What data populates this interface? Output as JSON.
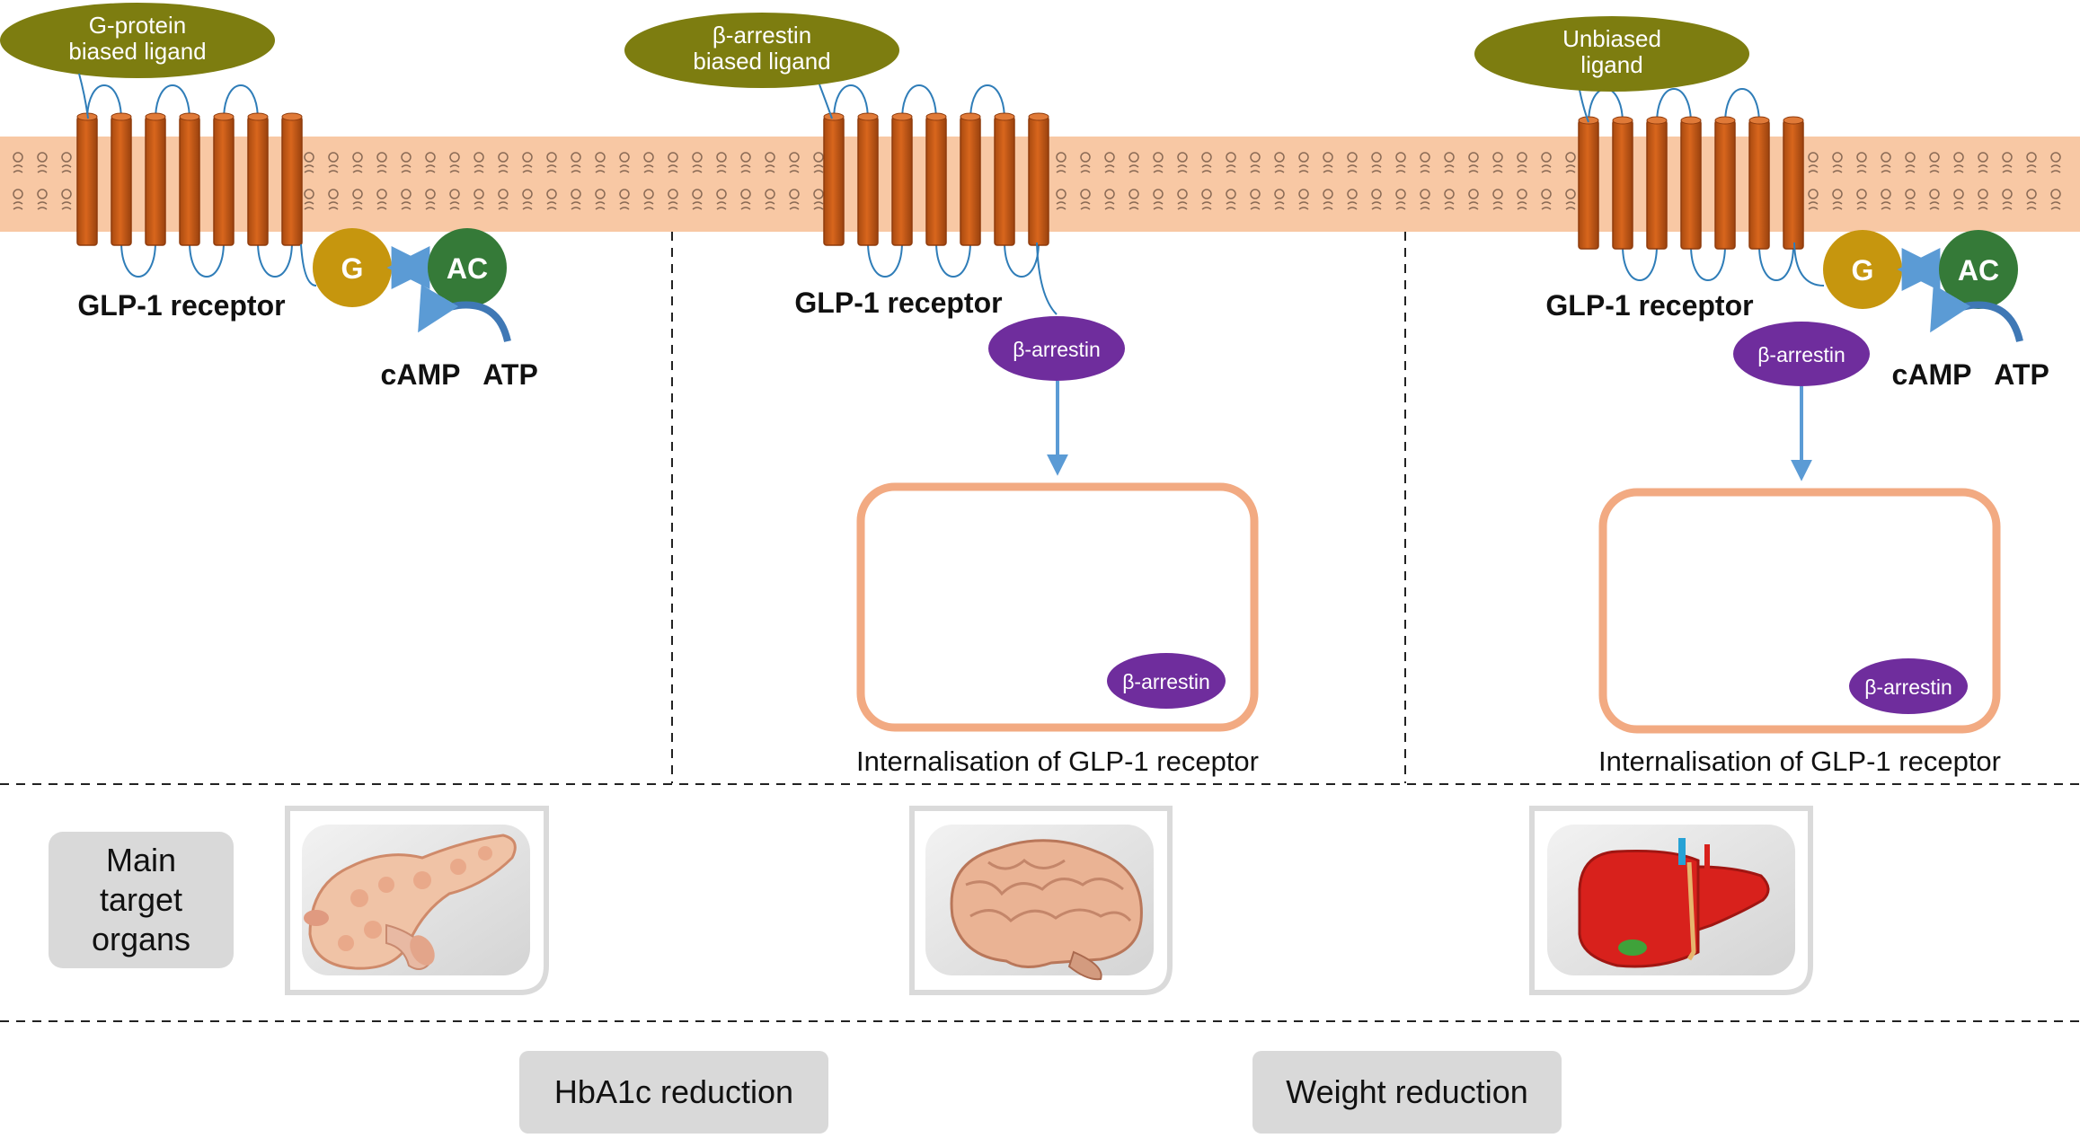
{
  "colors": {
    "membrane": "#f8c8a4",
    "helix_fill": "#c75a16",
    "helix_stroke": "#8f3b0c",
    "loop": "#2f7db8",
    "ligand": "#7d7d10",
    "g_protein": "#c6960e",
    "adenylyl_cyclase": "#357a38",
    "arrestin": "#6f2d9d",
    "arrow": "#5b9bd5",
    "vesicle_border": "#f2aa82",
    "box_gray": "#d9d9d9"
  },
  "panels": [
    {
      "ligand": [
        "G-protein",
        "biased ligand"
      ],
      "receptor_label": "GLP-1 receptor",
      "g_label": "G",
      "ac_label": "AC",
      "camp_label": "cAMP",
      "atp_label": "ATP"
    },
    {
      "ligand": [
        "β-arrestin",
        "biased ligand"
      ],
      "receptor_label": "GLP-1 receptor",
      "arrestin_label": "β-arrestin",
      "internal_arrestin_label": "β-arrestin",
      "internalisation_label": "Internalisation of GLP-1 receptor"
    },
    {
      "ligand": [
        "Unbiased",
        "ligand"
      ],
      "receptor_label": "GLP-1 receptor",
      "g_label": "G",
      "ac_label": "AC",
      "camp_label": "cAMP",
      "atp_label": "ATP",
      "arrestin_label": "β-arrestin",
      "internal_arrestin_label": "β-arrestin",
      "internalisation_label": "Internalisation of GLP-1 receptor"
    }
  ],
  "organs": {
    "title": [
      "Main",
      "target",
      "organs"
    ],
    "items": [
      {
        "name": "pancreas-icon"
      },
      {
        "name": "brain-icon"
      },
      {
        "name": "liver-icon"
      }
    ]
  },
  "outcomes": {
    "hba1c": "HbA1c reduction",
    "weight": "Weight reduction"
  }
}
